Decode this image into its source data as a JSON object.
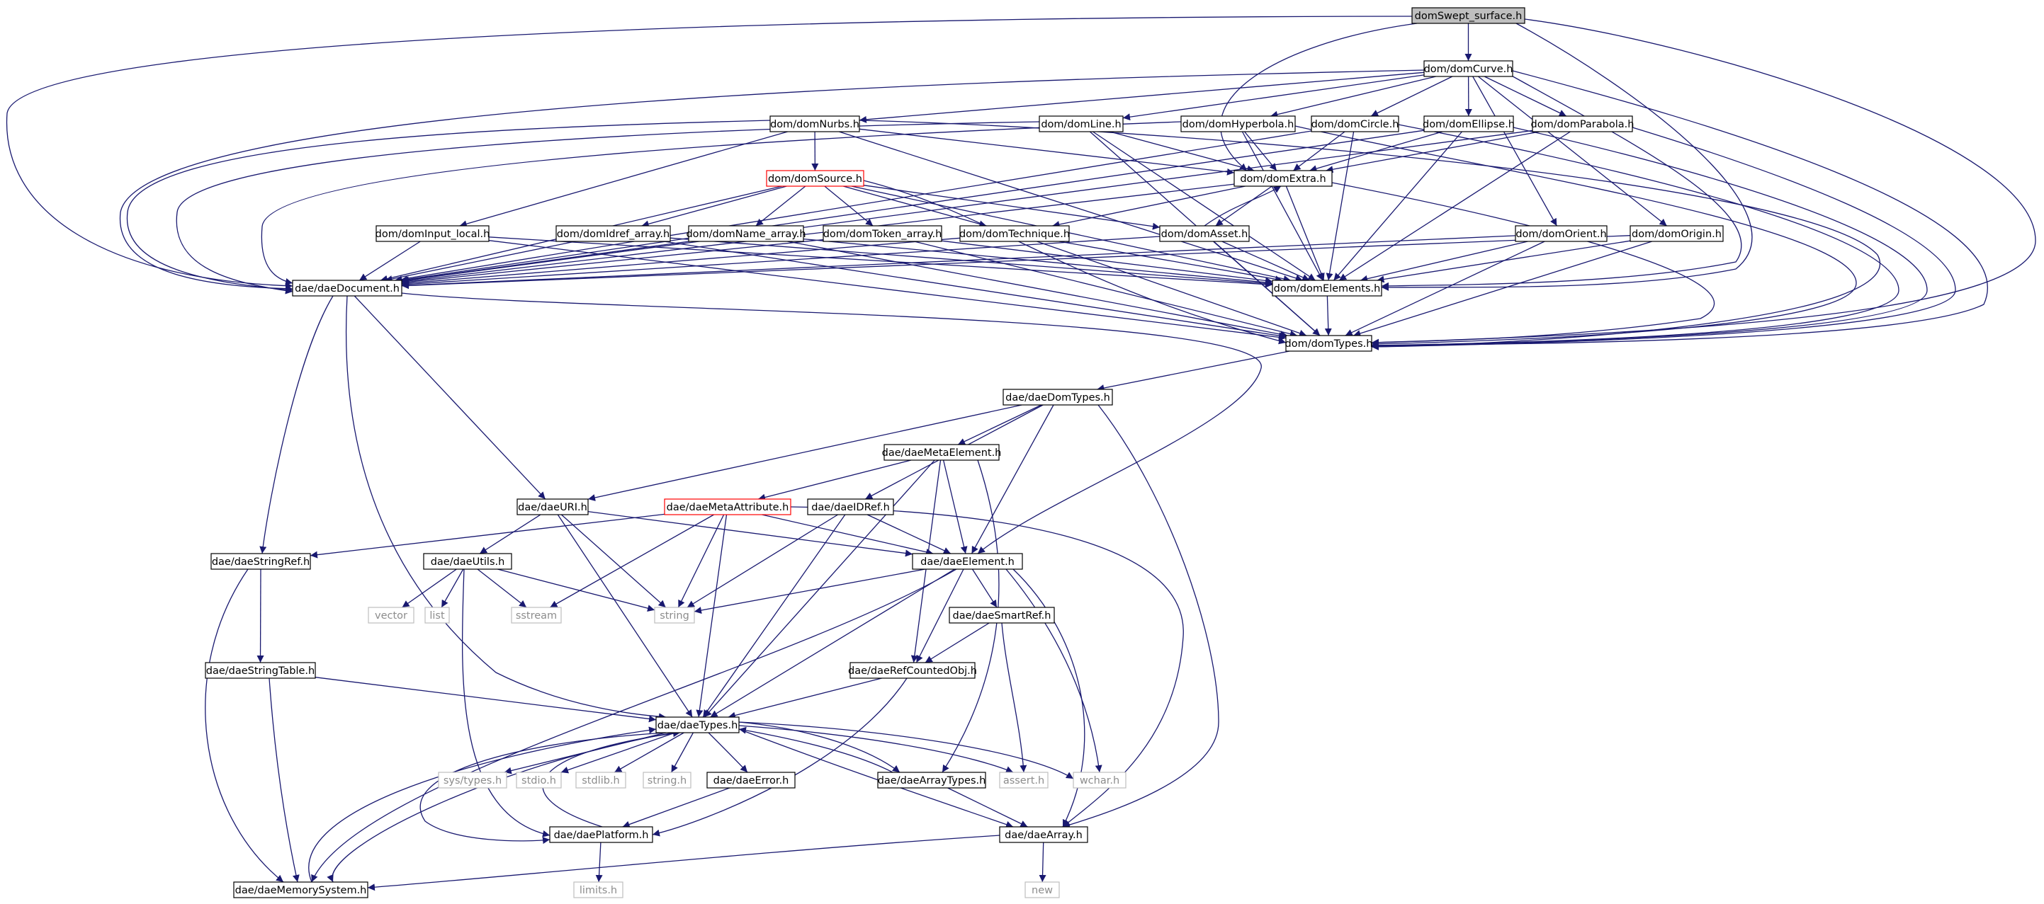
{
  "graph": {
    "root": "domSwept_surface.h",
    "colors": {
      "edge": "#191970",
      "node_border": "#000000",
      "external_border": "#bfbfbf",
      "truncated_border": "#ff0000",
      "root_fill": "#bfbfbf",
      "node_fill": "#ffffff"
    },
    "nodes": [
      {
        "id": "swept",
        "label": "domSwept_surface.h",
        "kind": "root"
      },
      {
        "id": "curve",
        "label": "dom/domCurve.h",
        "kind": "node"
      },
      {
        "id": "nurbs",
        "label": "dom/domNurbs.h",
        "kind": "node"
      },
      {
        "id": "line",
        "label": "dom/domLine.h",
        "kind": "node"
      },
      {
        "id": "hyperbola",
        "label": "dom/domHyperbola.h",
        "kind": "node"
      },
      {
        "id": "circle",
        "label": "dom/domCircle.h",
        "kind": "node"
      },
      {
        "id": "ellipse",
        "label": "dom/domEllipse.h",
        "kind": "node"
      },
      {
        "id": "parabola",
        "label": "dom/domParabola.h",
        "kind": "node"
      },
      {
        "id": "source",
        "label": "dom/domSource.h",
        "kind": "truncated"
      },
      {
        "id": "extra",
        "label": "dom/domExtra.h",
        "kind": "node"
      },
      {
        "id": "inputlocal",
        "label": "dom/domInput_local.h",
        "kind": "node"
      },
      {
        "id": "idref",
        "label": "dom/domIdref_array.h",
        "kind": "node"
      },
      {
        "id": "namearr",
        "label": "dom/domName_array.h",
        "kind": "node"
      },
      {
        "id": "tokenarr",
        "label": "dom/domToken_array.h",
        "kind": "node"
      },
      {
        "id": "technique",
        "label": "dom/domTechnique.h",
        "kind": "node"
      },
      {
        "id": "asset",
        "label": "dom/domAsset.h",
        "kind": "node"
      },
      {
        "id": "orient",
        "label": "dom/domOrient.h",
        "kind": "node"
      },
      {
        "id": "origin",
        "label": "dom/domOrigin.h",
        "kind": "node"
      },
      {
        "id": "document",
        "label": "dae/daeDocument.h",
        "kind": "node"
      },
      {
        "id": "elements",
        "label": "dom/domElements.h",
        "kind": "node"
      },
      {
        "id": "domtypes",
        "label": "dom/domTypes.h",
        "kind": "node"
      },
      {
        "id": "daedomtypes",
        "label": "dae/daeDomTypes.h",
        "kind": "node"
      },
      {
        "id": "metaelement",
        "label": "dae/daeMetaElement.h",
        "kind": "node"
      },
      {
        "id": "uri",
        "label": "dae/daeURI.h",
        "kind": "node"
      },
      {
        "id": "metaattr",
        "label": "dae/daeMetaAttribute.h",
        "kind": "truncated"
      },
      {
        "id": "idrefh",
        "label": "dae/daeIDRef.h",
        "kind": "node"
      },
      {
        "id": "stringref",
        "label": "dae/daeStringRef.h",
        "kind": "node"
      },
      {
        "id": "utils",
        "label": "dae/daeUtils.h",
        "kind": "node"
      },
      {
        "id": "element",
        "label": "dae/daeElement.h",
        "kind": "node"
      },
      {
        "id": "vector",
        "label": "vector",
        "kind": "external"
      },
      {
        "id": "list",
        "label": "list",
        "kind": "external"
      },
      {
        "id": "sstream",
        "label": "sstream",
        "kind": "external"
      },
      {
        "id": "string",
        "label": "string",
        "kind": "external"
      },
      {
        "id": "smartref",
        "label": "dae/daeSmartRef.h",
        "kind": "node"
      },
      {
        "id": "stringtable",
        "label": "dae/daeStringTable.h",
        "kind": "node"
      },
      {
        "id": "refcounted",
        "label": "dae/daeRefCountedObj.h",
        "kind": "node"
      },
      {
        "id": "daetypes",
        "label": "dae/daeTypes.h",
        "kind": "node"
      },
      {
        "id": "systypes",
        "label": "sys/types.h",
        "kind": "external"
      },
      {
        "id": "stdio",
        "label": "stdio.h",
        "kind": "external"
      },
      {
        "id": "stdlib",
        "label": "stdlib.h",
        "kind": "external"
      },
      {
        "id": "stringh",
        "label": "string.h",
        "kind": "external"
      },
      {
        "id": "error",
        "label": "dae/daeError.h",
        "kind": "node"
      },
      {
        "id": "arraytypes",
        "label": "dae/daeArrayTypes.h",
        "kind": "node"
      },
      {
        "id": "assert",
        "label": "assert.h",
        "kind": "external"
      },
      {
        "id": "wchar",
        "label": "wchar.h",
        "kind": "external"
      },
      {
        "id": "platform",
        "label": "dae/daePlatform.h",
        "kind": "node"
      },
      {
        "id": "array",
        "label": "dae/daeArray.h",
        "kind": "node"
      },
      {
        "id": "memory",
        "label": "dae/daeMemorySystem.h",
        "kind": "node"
      },
      {
        "id": "limits",
        "label": "limits.h",
        "kind": "external"
      },
      {
        "id": "new",
        "label": "new",
        "kind": "external"
      }
    ],
    "edges": [
      [
        "swept",
        "curve"
      ],
      [
        "swept",
        "document"
      ],
      [
        "swept",
        "extra"
      ],
      [
        "swept",
        "elements"
      ],
      [
        "swept",
        "domtypes"
      ],
      [
        "curve",
        "nurbs"
      ],
      [
        "curve",
        "line"
      ],
      [
        "curve",
        "hyperbola"
      ],
      [
        "curve",
        "circle"
      ],
      [
        "curve",
        "ellipse"
      ],
      [
        "curve",
        "parabola"
      ],
      [
        "curve",
        "orient"
      ],
      [
        "curve",
        "origin"
      ],
      [
        "curve",
        "document"
      ],
      [
        "curve",
        "elements"
      ],
      [
        "curve",
        "domtypes"
      ],
      [
        "nurbs",
        "source"
      ],
      [
        "nurbs",
        "inputlocal"
      ],
      [
        "nurbs",
        "extra"
      ],
      [
        "nurbs",
        "document"
      ],
      [
        "nurbs",
        "elements"
      ],
      [
        "nurbs",
        "domtypes"
      ],
      [
        "line",
        "extra"
      ],
      [
        "line",
        "document"
      ],
      [
        "line",
        "elements"
      ],
      [
        "line",
        "domtypes"
      ],
      [
        "hyperbola",
        "extra"
      ],
      [
        "hyperbola",
        "document"
      ],
      [
        "hyperbola",
        "elements"
      ],
      [
        "hyperbola",
        "domtypes"
      ],
      [
        "circle",
        "extra"
      ],
      [
        "circle",
        "document"
      ],
      [
        "circle",
        "elements"
      ],
      [
        "circle",
        "domtypes"
      ],
      [
        "ellipse",
        "extra"
      ],
      [
        "ellipse",
        "document"
      ],
      [
        "ellipse",
        "elements"
      ],
      [
        "ellipse",
        "domtypes"
      ],
      [
        "parabola",
        "extra"
      ],
      [
        "parabola",
        "document"
      ],
      [
        "parabola",
        "elements"
      ],
      [
        "parabola",
        "domtypes"
      ],
      [
        "source",
        "idref"
      ],
      [
        "source",
        "namearr"
      ],
      [
        "source",
        "tokenarr"
      ],
      [
        "source",
        "technique"
      ],
      [
        "source",
        "asset"
      ],
      [
        "source",
        "document"
      ],
      [
        "source",
        "elements"
      ],
      [
        "source",
        "domtypes"
      ],
      [
        "extra",
        "technique"
      ],
      [
        "extra",
        "asset"
      ],
      [
        "extra",
        "document"
      ],
      [
        "extra",
        "elements"
      ],
      [
        "extra",
        "domtypes"
      ],
      [
        "asset",
        "extra"
      ],
      [
        "asset",
        "document"
      ],
      [
        "asset",
        "elements"
      ],
      [
        "asset",
        "domtypes"
      ],
      [
        "inputlocal",
        "document"
      ],
      [
        "inputlocal",
        "elements"
      ],
      [
        "inputlocal",
        "domtypes"
      ],
      [
        "idref",
        "document"
      ],
      [
        "idref",
        "elements"
      ],
      [
        "idref",
        "domtypes"
      ],
      [
        "namearr",
        "document"
      ],
      [
        "namearr",
        "elements"
      ],
      [
        "namearr",
        "domtypes"
      ],
      [
        "tokenarr",
        "document"
      ],
      [
        "tokenarr",
        "elements"
      ],
      [
        "tokenarr",
        "domtypes"
      ],
      [
        "technique",
        "document"
      ],
      [
        "technique",
        "elements"
      ],
      [
        "technique",
        "domtypes"
      ],
      [
        "orient",
        "document"
      ],
      [
        "orient",
        "elements"
      ],
      [
        "orient",
        "domtypes"
      ],
      [
        "origin",
        "document"
      ],
      [
        "origin",
        "elements"
      ],
      [
        "origin",
        "domtypes"
      ],
      [
        "elements",
        "domtypes"
      ],
      [
        "document",
        "uri"
      ],
      [
        "document",
        "stringref"
      ],
      [
        "document",
        "element"
      ],
      [
        "document",
        "daetypes"
      ],
      [
        "domtypes",
        "daedomtypes"
      ],
      [
        "daedomtypes",
        "metaelement"
      ],
      [
        "daedomtypes",
        "idrefh"
      ],
      [
        "daedomtypes",
        "uri"
      ],
      [
        "daedomtypes",
        "element"
      ],
      [
        "daedomtypes",
        "array"
      ],
      [
        "metaelement",
        "metaattr"
      ],
      [
        "metaelement",
        "element"
      ],
      [
        "metaelement",
        "refcounted"
      ],
      [
        "metaelement",
        "arraytypes"
      ],
      [
        "metaelement",
        "daetypes"
      ],
      [
        "uri",
        "utils"
      ],
      [
        "uri",
        "string"
      ],
      [
        "uri",
        "element"
      ],
      [
        "uri",
        "daetypes"
      ],
      [
        "metaattr",
        "stringref"
      ],
      [
        "metaattr",
        "element"
      ],
      [
        "metaattr",
        "sstream"
      ],
      [
        "metaattr",
        "string"
      ],
      [
        "metaattr",
        "daetypes"
      ],
      [
        "metaattr",
        "array"
      ],
      [
        "idrefh",
        "element"
      ],
      [
        "idrefh",
        "string"
      ],
      [
        "idrefh",
        "daetypes"
      ],
      [
        "stringref",
        "stringtable"
      ],
      [
        "stringref",
        "memory"
      ],
      [
        "utils",
        "vector"
      ],
      [
        "utils",
        "list"
      ],
      [
        "utils",
        "sstream"
      ],
      [
        "utils",
        "string"
      ],
      [
        "utils",
        "platform"
      ],
      [
        "element",
        "string"
      ],
      [
        "element",
        "smartref"
      ],
      [
        "element",
        "refcounted"
      ],
      [
        "element",
        "daetypes"
      ],
      [
        "element",
        "wchar"
      ],
      [
        "element",
        "array"
      ],
      [
        "element",
        "memory"
      ],
      [
        "smartref",
        "refcounted"
      ],
      [
        "smartref",
        "assert"
      ],
      [
        "refcounted",
        "daetypes"
      ],
      [
        "refcounted",
        "platform"
      ],
      [
        "stringtable",
        "daetypes"
      ],
      [
        "stringtable",
        "memory"
      ],
      [
        "daetypes",
        "systypes"
      ],
      [
        "daetypes",
        "stdio"
      ],
      [
        "daetypes",
        "stdlib"
      ],
      [
        "daetypes",
        "stringh"
      ],
      [
        "daetypes",
        "error"
      ],
      [
        "daetypes",
        "arraytypes"
      ],
      [
        "daetypes",
        "assert"
      ],
      [
        "daetypes",
        "wchar"
      ],
      [
        "daetypes",
        "platform"
      ],
      [
        "daetypes",
        "array"
      ],
      [
        "daetypes",
        "memory"
      ],
      [
        "error",
        "platform"
      ],
      [
        "arraytypes",
        "daetypes"
      ],
      [
        "arraytypes",
        "array"
      ],
      [
        "platform",
        "limits"
      ],
      [
        "platform",
        "daetypes"
      ],
      [
        "array",
        "memory"
      ],
      [
        "array",
        "new"
      ],
      [
        "memory",
        "daetypes"
      ]
    ]
  }
}
